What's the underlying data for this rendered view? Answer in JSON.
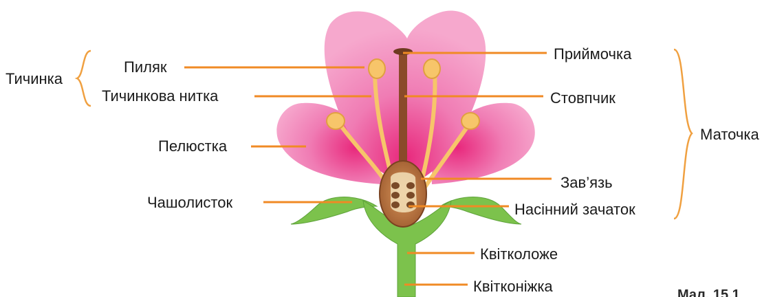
{
  "labels": {
    "stamen": "Тичинка",
    "anther": "Пиляк",
    "filament": "Тичинкова нитка",
    "petal": "Пелюстка",
    "sepal": "Чашолисток",
    "stigma": "Приймочка",
    "style": "Стовпчик",
    "pistil": "Маточка",
    "ovary": "Зав’язь",
    "ovule": "Насінний зачаток",
    "receptacle": "Квітколоже",
    "pedicel": "Квітконіжка"
  },
  "caption": "Мал. 15.1",
  "colors": {
    "leader": "#f08a24",
    "bracket": "#f0a040",
    "petal": "#f08cbc",
    "petal_center": "#e8287c",
    "sepal": "#7cc24c",
    "stem": "#58a83c",
    "style": "#8a4a2a",
    "anther": "#f7c56a"
  }
}
